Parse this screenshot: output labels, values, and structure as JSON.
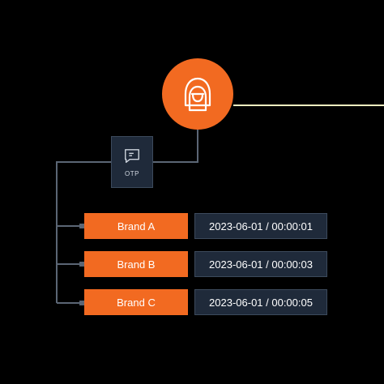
{
  "colors": {
    "background": "#000000",
    "accent": "#f26a21",
    "panel": "#1f2a3a",
    "connector": "#5b6675",
    "highlight_line": "#f2f0c0"
  },
  "actor": {
    "icon": "hooded-user-icon"
  },
  "otp": {
    "icon": "message-icon",
    "label": "OTP"
  },
  "rows": [
    {
      "brand": "Brand A",
      "timestamp": "2023-06-01 / 00:00:01"
    },
    {
      "brand": "Brand B",
      "timestamp": "2023-06-01 / 00:00:03"
    },
    {
      "brand": "Brand C",
      "timestamp": "2023-06-01 / 00:00:05"
    }
  ]
}
